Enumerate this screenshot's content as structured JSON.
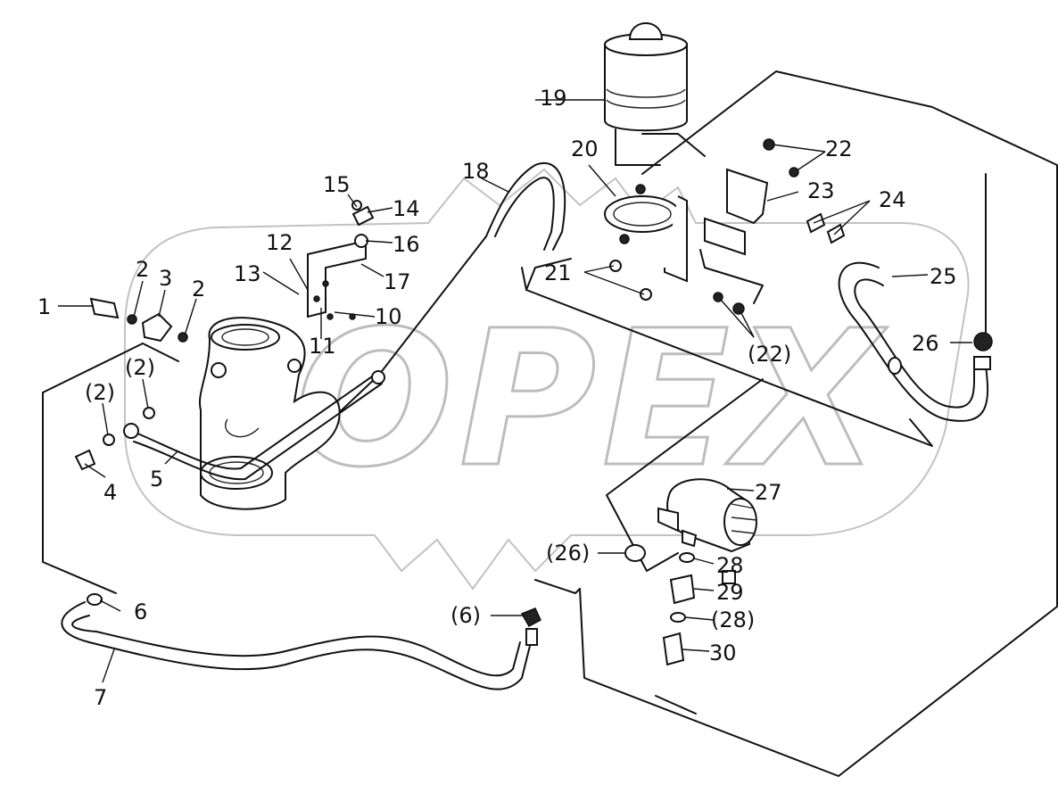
{
  "watermark": "OPEX",
  "callouts": [
    {
      "id": "c1",
      "label": "1"
    },
    {
      "id": "c2a",
      "label": "2"
    },
    {
      "id": "c3",
      "label": "3"
    },
    {
      "id": "c2b",
      "label": "2"
    },
    {
      "id": "c2p1",
      "label": "(2)"
    },
    {
      "id": "c2p2",
      "label": "(2)"
    },
    {
      "id": "c4",
      "label": "4"
    },
    {
      "id": "c5",
      "label": "5"
    },
    {
      "id": "c6",
      "label": "6"
    },
    {
      "id": "c7",
      "label": "7"
    },
    {
      "id": "c6p",
      "label": "(6)"
    },
    {
      "id": "c10",
      "label": "10"
    },
    {
      "id": "c11",
      "label": "11"
    },
    {
      "id": "c12",
      "label": "12"
    },
    {
      "id": "c13",
      "label": "13"
    },
    {
      "id": "c14",
      "label": "14"
    },
    {
      "id": "c15",
      "label": "15"
    },
    {
      "id": "c16",
      "label": "16"
    },
    {
      "id": "c17",
      "label": "17"
    },
    {
      "id": "c18",
      "label": "18"
    },
    {
      "id": "c19",
      "label": "19"
    },
    {
      "id": "c20",
      "label": "20"
    },
    {
      "id": "c21",
      "label": "21"
    },
    {
      "id": "c22",
      "label": "22"
    },
    {
      "id": "c22p",
      "label": "(22)"
    },
    {
      "id": "c23",
      "label": "23"
    },
    {
      "id": "c24",
      "label": "24"
    },
    {
      "id": "c25",
      "label": "25"
    },
    {
      "id": "c26",
      "label": "26"
    },
    {
      "id": "c26p",
      "label": "(26)"
    },
    {
      "id": "c27",
      "label": "27"
    },
    {
      "id": "c28",
      "label": "28"
    },
    {
      "id": "c29",
      "label": "29"
    },
    {
      "id": "c28p",
      "label": "(28)"
    },
    {
      "id": "c30",
      "label": "30"
    }
  ]
}
